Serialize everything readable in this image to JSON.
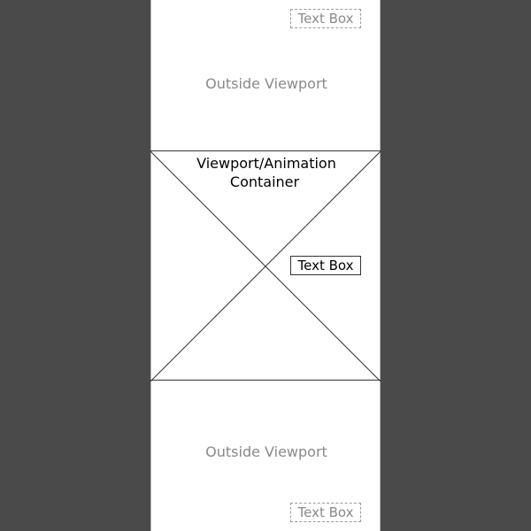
{
  "diagram": {
    "outside_top_label": "Outside Viewport",
    "outside_bottom_label": "Outside Viewport",
    "viewport_label": "Viewport/Animation\nContainer",
    "text_box_top": "Text Box",
    "text_box_middle": "Text Box",
    "text_box_bottom": "Text Box"
  },
  "colors": {
    "background": "#4b4a4a",
    "panel": "#ffffff",
    "muted_text": "#8a8a8a",
    "line": "#333333"
  }
}
